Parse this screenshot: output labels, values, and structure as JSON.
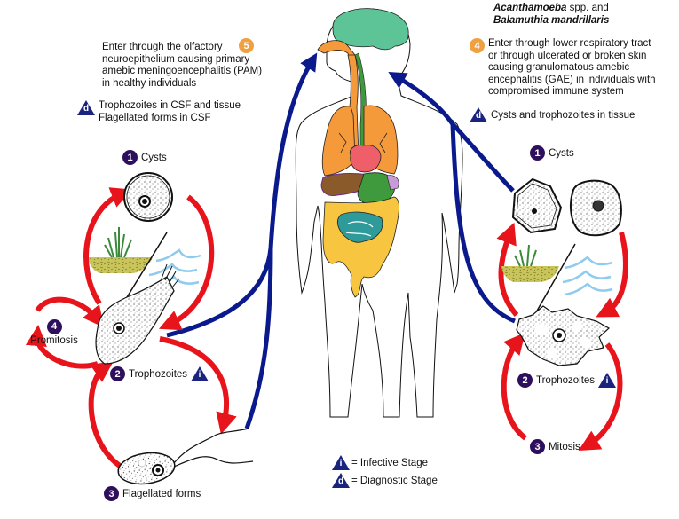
{
  "title": {
    "species_line1_italic": "Acanthamoeba",
    "species_line1_rest": " spp. and",
    "species_line2_italic": "Balamuthia mandrillaris"
  },
  "naegleria_route": {
    "step_number": "5",
    "lines": [
      "Enter through the olfactory",
      "neuroepithelium causing primary",
      "amebic meningoencephalitis (PAM)",
      "in healthy individuals"
    ],
    "diagnostic_badge": "d",
    "diagnostic_lines": [
      "Trophozoites in CSF and tissue",
      "Flagellated forms in CSF"
    ]
  },
  "acanthamoeba_route": {
    "step_number": "4",
    "lines": [
      "Enter through lower respiratory tract",
      "or through ulcerated or broken skin",
      "causing granulomatous amebic",
      "encephalitis (GAE) in individuals with",
      "compromised immune system"
    ],
    "diagnostic_badge": "d",
    "diagnostic_text": "Cysts and trophozoites in tissue"
  },
  "left_cycle": {
    "stages": [
      {
        "number": "1",
        "label": "Cysts"
      },
      {
        "number": "2",
        "label": "Trophozoites",
        "badge": "i"
      },
      {
        "number": "3",
        "label": "Flagellated forms"
      },
      {
        "number": "4",
        "label": "Promitosis"
      }
    ]
  },
  "right_cycle": {
    "stages": [
      {
        "number": "1",
        "label": "Cysts"
      },
      {
        "number": "2",
        "label": "Trophozoites",
        "badge": "i"
      },
      {
        "number": "3",
        "label": "Mitosis"
      }
    ]
  },
  "legend": {
    "items": [
      {
        "badge": "i",
        "text": "= Infective Stage"
      },
      {
        "badge": "d",
        "text": "= Diagnostic Stage"
      }
    ]
  },
  "colors": {
    "cycle_arrow": "#e8141c",
    "route_arrow": "#0a1a8c",
    "stage_number": "#2e0f5e",
    "route_number": "#f0a040",
    "badge_triangle": "#1a237e",
    "brain": "#5cc496",
    "lungs": "#f59a3a",
    "heart": "#ef5f6a",
    "liver": "#8b5a2b",
    "stomach": "#3e9a3c",
    "colon": "#f7c540",
    "small_intestine": "#2f9a9a",
    "water": "#8ecbee",
    "soil": "#c9c55a",
    "grass": "#3a8a3a"
  }
}
